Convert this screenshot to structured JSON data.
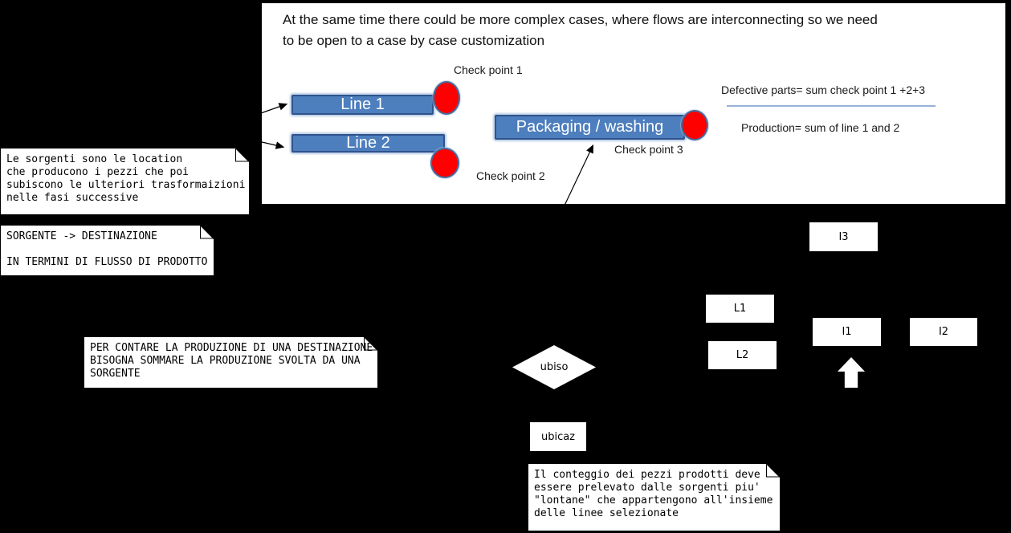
{
  "slide": {
    "title": "At the same time there could be more complex cases, where flows are interconnecting so we need\nto be open to a case by case customization",
    "line1_label": "Line 1",
    "line2_label": "Line 2",
    "packaging_label": "Packaging / washing",
    "checkpoint1": "Check point 1",
    "checkpoint2": "Check point 2",
    "checkpoint3": "Check point 3",
    "defective_formula": "Defective parts= sum check point 1 +2+3",
    "production_formula": "Production= sum of line 1 and 2"
  },
  "notes": [
    {
      "text": "Le sorgenti sono le location\nche producono i pezzi che poi\nsubiscono le ulteriori trasformaizioni\nnelle fasi successive"
    },
    {
      "text": "SORGENTE -> DESTINAZIONE\n\nIN TERMINI DI FLUSSO DI PRODOTTO"
    },
    {
      "text": "PER CONTARE LA PRODUZIONE DI UNA DESTINAZIONE\nBISOGNA SOMMARE LA PRODUZIONE SVOLTA DA UNA\nSORGENTE"
    },
    {
      "text": "Il conteggio dei pezzi prodotti deve\nessere prelevato dalle sorgenti piu'\n\"lontane\" che appartengono all'insieme\ndelle linee selezionate"
    }
  ],
  "flowchart": {
    "i3": "I3",
    "l1": "L1",
    "l2": "L2",
    "i1": "I1",
    "i2": "I2",
    "ubiso": "ubiso",
    "ubicaz": "ubicaz"
  },
  "colors": {
    "background": "#000000",
    "panel": "#ffffff",
    "bar_fill": "#4d7ebd",
    "bar_border": "#2f538c",
    "checkpoint_red": "#fe0000",
    "divider_blue": "#95b3d7"
  }
}
